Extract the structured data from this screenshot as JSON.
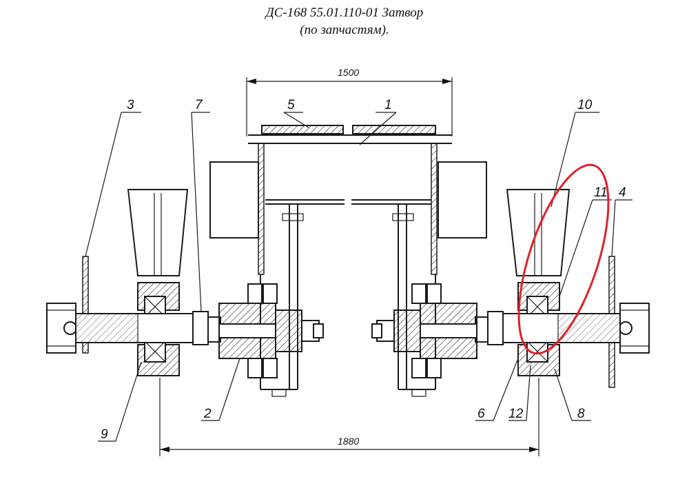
{
  "title": {
    "line1": "ДС-168 55.01.110-01 Затвор",
    "line2": "(по запчастям)."
  },
  "dimensions": {
    "top": "1500",
    "bottom": "1880"
  },
  "callouts": [
    "1",
    "2",
    "3",
    "4",
    "5",
    "6",
    "7",
    "8",
    "9",
    "10",
    "11",
    "12"
  ],
  "highlight_color": "#e0202a"
}
